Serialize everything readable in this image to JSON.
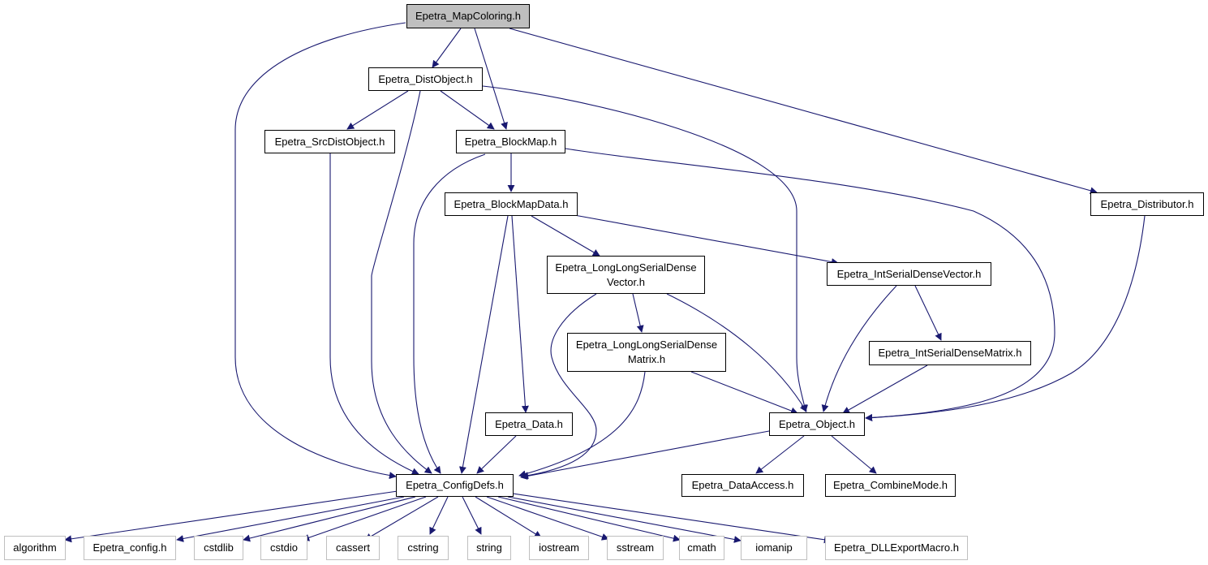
{
  "colors": {
    "edge": "#191970",
    "root_fill": "#bfbfbf",
    "node_border": "#000000",
    "external_border": "#bfbfbf"
  },
  "nodes": {
    "map_coloring": "Epetra_MapColoring.h",
    "dist_object": "Epetra_DistObject.h",
    "src_dist_object": "Epetra_SrcDistObject.h",
    "block_map": "Epetra_BlockMap.h",
    "block_map_data": "Epetra_BlockMapData.h",
    "distributor": "Epetra_Distributor.h",
    "longlong_serial_dense_vector": "Epetra_LongLongSerialDense\nVector.h",
    "int_serial_dense_vector": "Epetra_IntSerialDenseVector.h",
    "longlong_serial_dense_matrix": "Epetra_LongLongSerialDense\nMatrix.h",
    "int_serial_dense_matrix": "Epetra_IntSerialDenseMatrix.h",
    "data": "Epetra_Data.h",
    "object": "Epetra_Object.h",
    "config_defs": "Epetra_ConfigDefs.h",
    "data_access": "Epetra_DataAccess.h",
    "combine_mode": "Epetra_CombineMode.h",
    "algorithm": "algorithm",
    "epetra_config": "Epetra_config.h",
    "cstdlib": "cstdlib",
    "cstdio": "cstdio",
    "cassert": "cassert",
    "cstring": "cstring",
    "string": "string",
    "iostream": "iostream",
    "sstream": "sstream",
    "cmath": "cmath",
    "iomanip": "iomanip",
    "dll_export_macro": "Epetra_DLLExportMacro.h"
  }
}
